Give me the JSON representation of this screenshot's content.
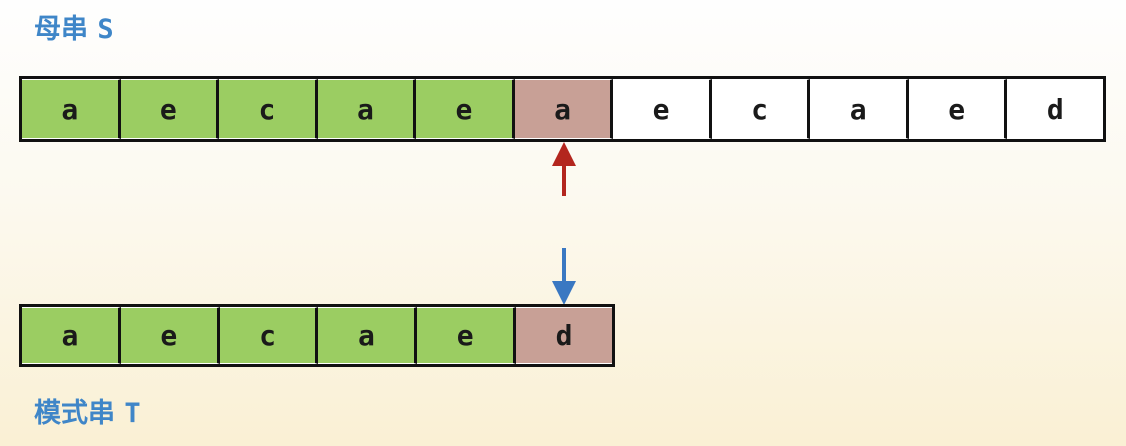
{
  "main_string": {
    "label_cn": "母串",
    "label_var": "S",
    "cells": [
      {
        "char": "a",
        "state": "matched"
      },
      {
        "char": "e",
        "state": "matched"
      },
      {
        "char": "c",
        "state": "matched"
      },
      {
        "char": "a",
        "state": "matched"
      },
      {
        "char": "e",
        "state": "matched"
      },
      {
        "char": "a",
        "state": "mismatch"
      },
      {
        "char": "e",
        "state": "plain"
      },
      {
        "char": "c",
        "state": "plain"
      },
      {
        "char": "a",
        "state": "plain"
      },
      {
        "char": "e",
        "state": "plain"
      },
      {
        "char": "d",
        "state": "plain"
      }
    ]
  },
  "pattern_string": {
    "label_cn": "模式串",
    "label_var": "T",
    "cells": [
      {
        "char": "a",
        "state": "matched"
      },
      {
        "char": "e",
        "state": "matched"
      },
      {
        "char": "c",
        "state": "matched"
      },
      {
        "char": "a",
        "state": "matched"
      },
      {
        "char": "e",
        "state": "matched"
      },
      {
        "char": "d",
        "state": "mismatch"
      }
    ]
  },
  "colors": {
    "matched": "#9bcd62",
    "mismatch": "#c8a096",
    "plain": "#ffffff",
    "label": "#3f86c8",
    "pointer_s": "#b3261e",
    "pointer_t": "#3a78c2"
  },
  "pointer_index": 5
}
